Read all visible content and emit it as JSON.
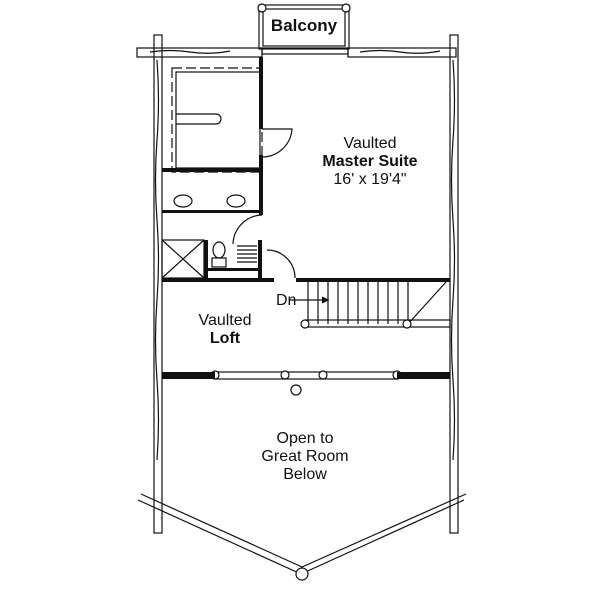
{
  "floor_plan": {
    "rooms": [
      {
        "id": "balcony",
        "name": "Balcony",
        "bold": true
      },
      {
        "id": "master",
        "qualifier": "Vaulted",
        "name": "Master Suite",
        "dimensions": "16' x 19'4\""
      },
      {
        "id": "loft",
        "qualifier": "Vaulted",
        "name": "Loft"
      },
      {
        "id": "open",
        "lines": [
          "Open to",
          "Great Room",
          "Below"
        ]
      }
    ],
    "stair_label": "Dn",
    "colors": {
      "line": "#111111",
      "background": "#ffffff"
    }
  }
}
